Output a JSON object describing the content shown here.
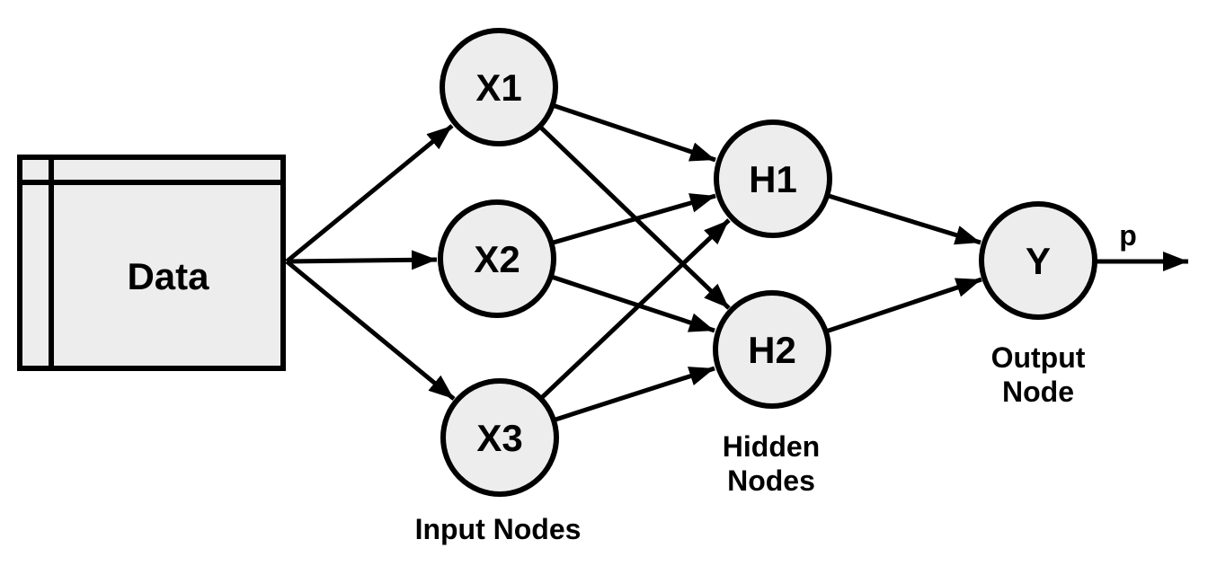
{
  "diagram_type": "neural-network-flow",
  "colors": {
    "background": "#ffffff",
    "node_fill": "#ededed",
    "stroke": "#000000",
    "text": "#000000"
  },
  "data_source": {
    "label": "Data"
  },
  "nodes": [
    {
      "id": "X1",
      "label": "X1",
      "group": "input"
    },
    {
      "id": "X2",
      "label": "X2",
      "group": "input"
    },
    {
      "id": "X3",
      "label": "X3",
      "group": "input"
    },
    {
      "id": "H1",
      "label": "H1",
      "group": "hidden"
    },
    {
      "id": "H2",
      "label": "H2",
      "group": "hidden"
    },
    {
      "id": "Y",
      "label": "Y",
      "group": "output"
    }
  ],
  "edges": [
    {
      "from": "Data",
      "to": "X1"
    },
    {
      "from": "Data",
      "to": "X2"
    },
    {
      "from": "Data",
      "to": "X3"
    },
    {
      "from": "X1",
      "to": "H1"
    },
    {
      "from": "X1",
      "to": "H2"
    },
    {
      "from": "X2",
      "to": "H1"
    },
    {
      "from": "X2",
      "to": "H2"
    },
    {
      "from": "X3",
      "to": "H1"
    },
    {
      "from": "X3",
      "to": "H2"
    },
    {
      "from": "H1",
      "to": "Y"
    },
    {
      "from": "H2",
      "to": "Y"
    },
    {
      "from": "Y",
      "to": "output"
    }
  ],
  "captions": {
    "input": [
      "Input Nodes"
    ],
    "hidden": [
      "Hidden",
      "Nodes"
    ],
    "output": [
      "Output",
      "Node"
    ]
  },
  "output_arrow": {
    "label": "p"
  }
}
